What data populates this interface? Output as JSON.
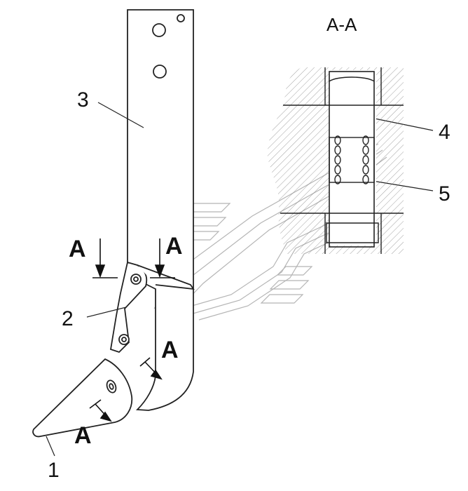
{
  "section_title": "A-A",
  "section_marks": [
    "A",
    "A",
    "A",
    "A"
  ],
  "callouts": [
    "1",
    "2",
    "3",
    "4",
    "5"
  ],
  "colors": {
    "line": "#222222",
    "ghost": "#b5b5b5",
    "hatch": "#8a8a8a"
  }
}
